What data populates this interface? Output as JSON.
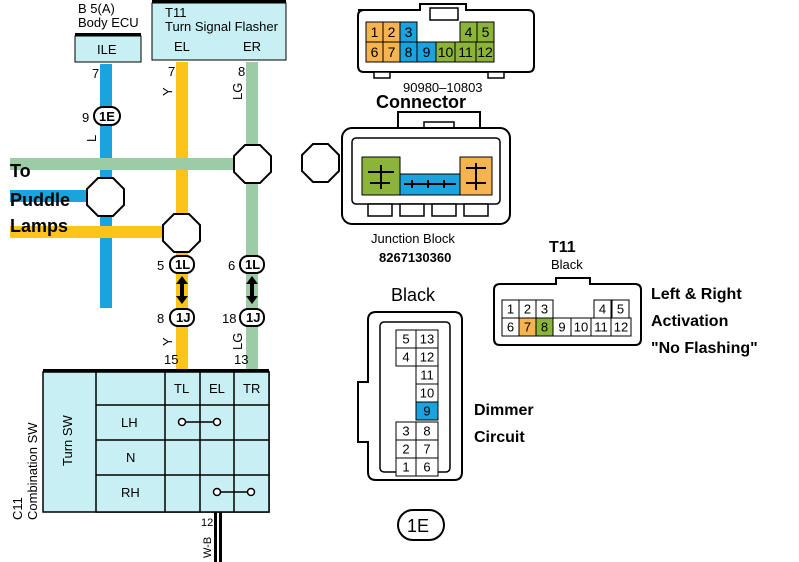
{
  "ecu": {
    "label": "B 5(A)",
    "title": "Body ECU",
    "terminal": "ILE",
    "pin_top": "7",
    "connector_pin": "9",
    "connector": "1E",
    "wire_color": "L"
  },
  "flasher": {
    "label": "T11",
    "title": "Turn Signal Flasher",
    "terminal_left": "EL",
    "terminal_right": "ER",
    "pin_left": "7",
    "pin_right": "8",
    "wire_left": "Y",
    "wire_right": "LG"
  },
  "puddle_label": [
    "To",
    "Puddle",
    "Lamps"
  ],
  "junction_pins": {
    "left_top": "5",
    "left_top_conn": "1L",
    "right_top": "6",
    "right_top_conn": "1L",
    "left_bot": "8",
    "left_bot_conn": "1J",
    "right_bot": "18",
    "right_bot_conn": "1J",
    "left_wire": "Y",
    "right_wire": "LG",
    "left_end": "15",
    "right_end": "13"
  },
  "combo_switch": {
    "side_label_1": "C11",
    "side_label_2": "Combination SW",
    "inner_label": "Turn SW",
    "columns": [
      "TL",
      "EL",
      "TR"
    ],
    "rows": [
      "LH",
      "N",
      "RH"
    ],
    "bottom_pin": "12",
    "bottom_wire": "W-B"
  },
  "top_connector": {
    "part_number": "90980–10803",
    "caption": "Connector",
    "top_row": [
      "1",
      "2",
      "3",
      "4",
      "5"
    ],
    "bottom_row": [
      "6",
      "7",
      "8",
      "9",
      "10",
      "11",
      "12"
    ]
  },
  "junction_block": {
    "caption": "Junction Block",
    "part_number": "8267130360"
  },
  "t11": {
    "label": "T11",
    "color": "Black",
    "top_row": [
      "1",
      "2",
      "3",
      "4",
      "5"
    ],
    "bottom_row": [
      "6",
      "7",
      "8",
      "9",
      "10",
      "11",
      "12"
    ],
    "note": [
      "Left & Right",
      "Activation",
      "\"No Flashing\""
    ]
  },
  "black_connector": {
    "color": "Black",
    "left_col": [
      "5",
      "4",
      "",
      "",
      "",
      "3",
      "2",
      "1"
    ],
    "right_col": [
      "13",
      "12",
      "11",
      "10",
      "9",
      "8",
      "7",
      "6"
    ],
    "note": [
      "Dimmer",
      "Circuit"
    ],
    "badge": "1E"
  },
  "colors": {
    "blue": "#1aa3dc",
    "yellow": "#fcc418",
    "green": "#9ccca6",
    "orange": "#f6b450",
    "olive": "#8cb43a",
    "panel": "#c8f0f4"
  }
}
